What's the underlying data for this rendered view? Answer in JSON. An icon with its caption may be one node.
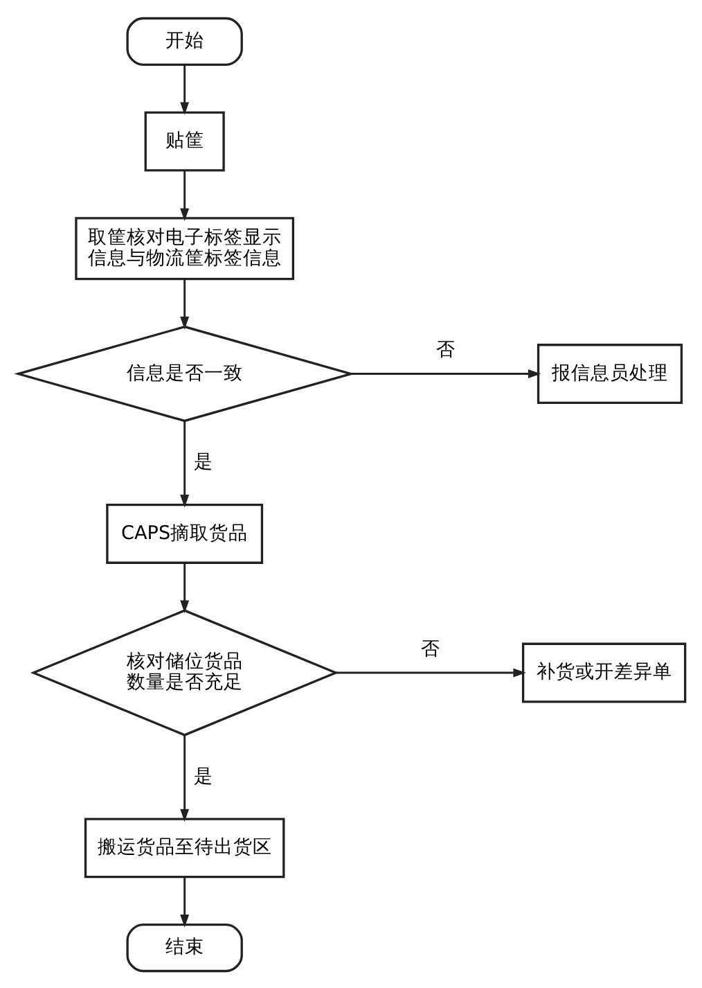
{
  "diagram": {
    "nodes": [
      {
        "text": [
          "开始"
        ]
      },
      {
        "text": [
          "贴筐"
        ]
      },
      {
        "text": [
          "取筐核对电子标签显示信息与物流筐标签信息"
        ]
      },
      {
        "text": [
          "信息是否一致"
        ]
      },
      {
        "text": [
          "报信息员处理"
        ]
      },
      {
        "text": [
          "CAPS摘取货品"
        ]
      },
      {
        "text": [
          "核对储位货品数量是否充足"
        ]
      },
      {
        "text": [
          "补货或开差异单"
        ]
      },
      {
        "text": [
          "搬运货品至待出货区"
        ]
      },
      {
        "text": [
          "结束"
        ]
      }
    ],
    "edges": [
      {
        "from": 0,
        "to": 1,
        "arrow": "to"
      },
      {
        "from": 1,
        "to": 2,
        "arrow": "to"
      },
      {
        "from": 2,
        "to": 3,
        "arrow": "to"
      },
      {
        "from": 3,
        "to": 4,
        "arrow": "to",
        "label": "否"
      },
      {
        "from": 3,
        "to": 5,
        "arrow": "to",
        "label": "是"
      },
      {
        "from": 5,
        "to": 6,
        "arrow": "to"
      },
      {
        "from": 6,
        "to": 7,
        "arrow": "to",
        "label": "否"
      },
      {
        "from": 6,
        "to": 8,
        "arrow": "to",
        "label": "是"
      },
      {
        "from": 8,
        "to": 9,
        "arrow": "to"
      }
    ]
  }
}
